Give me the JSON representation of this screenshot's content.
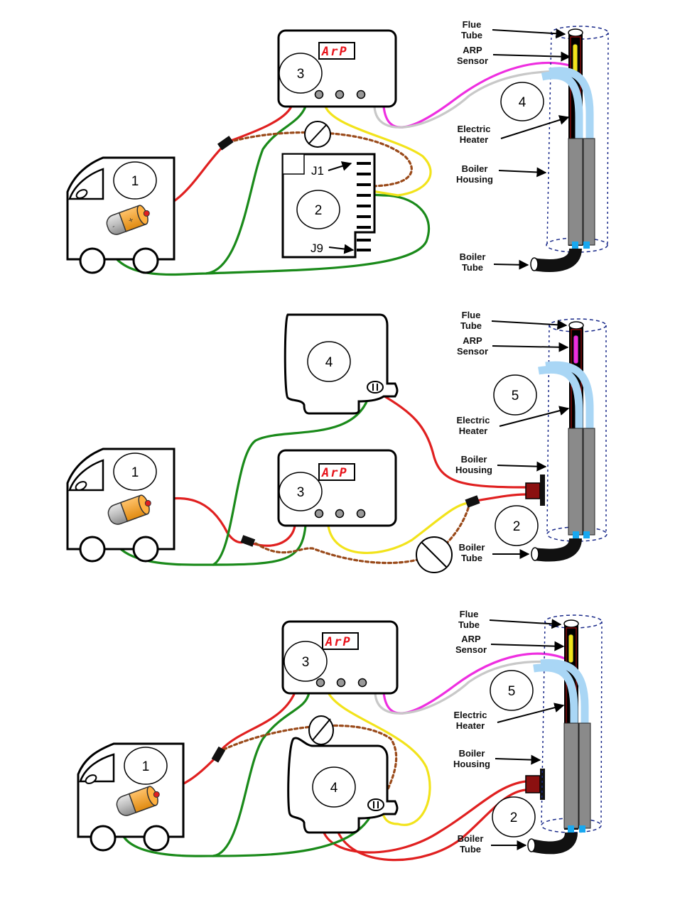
{
  "display_text": "ArP",
  "labels": {
    "flue_tube": [
      "Flue",
      "Tube"
    ],
    "arp_sensor": [
      "ARP",
      "Sensor"
    ],
    "electric_heater": [
      "Electric",
      "Heater"
    ],
    "boiler_housing": [
      "Boiler",
      "Housing"
    ],
    "boiler_tube": [
      "Boiler",
      "Tube"
    ]
  },
  "jumpers": {
    "top": "J1",
    "bottom": "J9"
  },
  "panel1": {
    "vehicle": "1",
    "board": "2",
    "controller": "3",
    "boiler": "4"
  },
  "panel2": {
    "vehicle": "1",
    "plug": "2",
    "controller": "3",
    "ignition_module": "4",
    "boiler": "5"
  },
  "panel3": {
    "vehicle": "1",
    "plug": "2",
    "controller": "3",
    "ignition_module": "4",
    "boiler": "5"
  },
  "colors": {
    "positive": "#e02020",
    "ground": "#1a8a1a",
    "signal": "#f2e31b",
    "sensor_a": "#ee2ee0",
    "sensor_b": "#c8c8c8",
    "jumper": "#9a4a1a",
    "heater": "#a9d6f5",
    "heater_sleeve": "#8a8a8a",
    "plug": "#8b1010",
    "display": "#e8141c"
  }
}
